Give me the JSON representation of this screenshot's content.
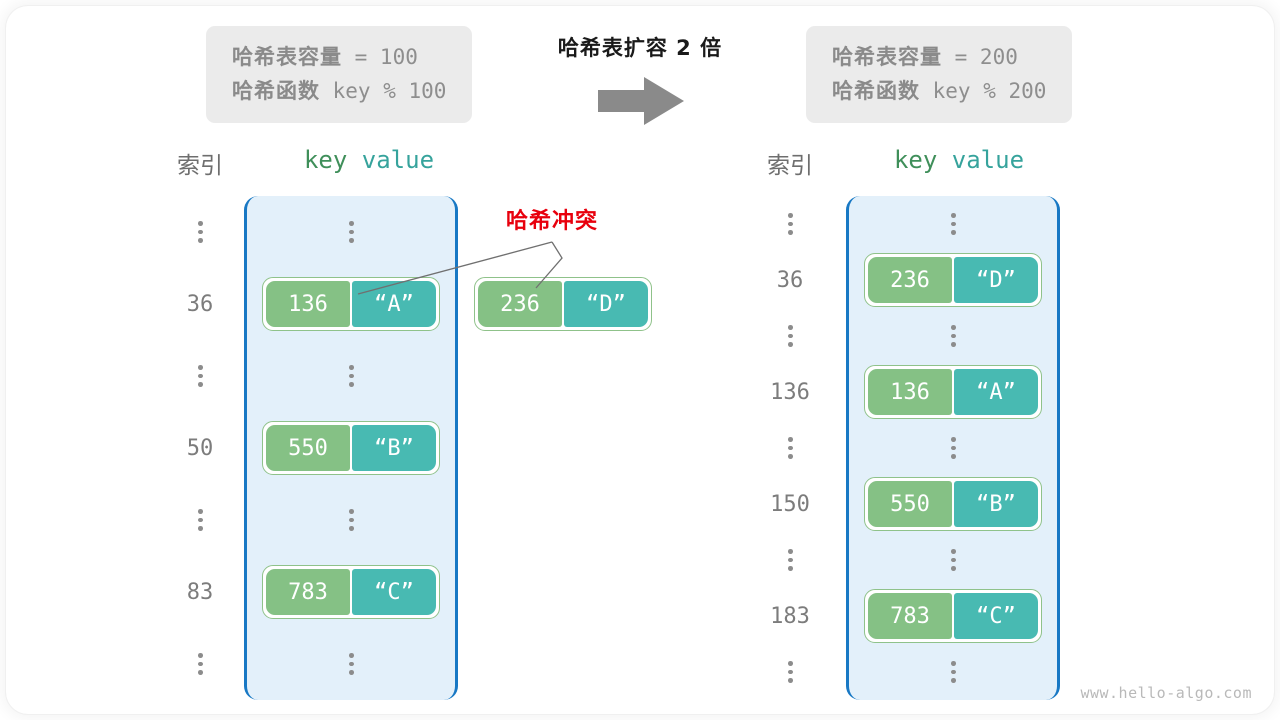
{
  "watermark": "www.hello-algo.com",
  "colors": {
    "key_cell": "#85c185",
    "value_cell": "#48bab2",
    "bucket_border": "#8fc28a",
    "table_fill": "#e3f0fa",
    "table_border": "#1878c4",
    "collision_red": "#e8000d",
    "arrow_gray": "#8a8a8a",
    "info_box_bg": "#ebebeb"
  },
  "center": {
    "title": "哈希表扩容 2 倍",
    "arrow_icon": "arrow-right-icon"
  },
  "info_left": {
    "capacity_label": "哈希表容量",
    "capacity_expr": " = 100",
    "function_label": "哈希函数",
    "function_expr": " key % 100"
  },
  "info_right": {
    "capacity_label": "哈希表容量",
    "capacity_expr": " = 200",
    "function_label": "哈希函数",
    "function_expr": " key % 200"
  },
  "headers": {
    "index": "索引",
    "key": "key",
    "value": "value"
  },
  "collision": {
    "label": "哈希冲突"
  },
  "floating_entry": {
    "key": "236",
    "value": "“D”"
  },
  "chart_data": {
    "type": "table",
    "title": "哈希表扩容 2 倍",
    "tables": [
      {
        "name": "before",
        "capacity": 100,
        "hash_function": "key % 100",
        "columns": [
          "索引",
          "key",
          "value"
        ],
        "rows": [
          {
            "index": "⋮",
            "key": "",
            "value": "",
            "kind": "ellipsis"
          },
          {
            "index": "36",
            "key": "136",
            "value": "“A”",
            "kind": "entry"
          },
          {
            "index": "⋮",
            "key": "",
            "value": "",
            "kind": "ellipsis"
          },
          {
            "index": "50",
            "key": "550",
            "value": "“B”",
            "kind": "entry"
          },
          {
            "index": "⋮",
            "key": "",
            "value": "",
            "kind": "ellipsis"
          },
          {
            "index": "83",
            "key": "783",
            "value": "“C”",
            "kind": "entry"
          },
          {
            "index": "⋮",
            "key": "",
            "value": "",
            "kind": "ellipsis"
          }
        ]
      },
      {
        "name": "after",
        "capacity": 200,
        "hash_function": "key % 200",
        "columns": [
          "索引",
          "key",
          "value"
        ],
        "rows": [
          {
            "index": "⋮",
            "key": "",
            "value": "",
            "kind": "ellipsis"
          },
          {
            "index": "36",
            "key": "236",
            "value": "“D”",
            "kind": "entry"
          },
          {
            "index": "⋮",
            "key": "",
            "value": "",
            "kind": "ellipsis"
          },
          {
            "index": "136",
            "key": "136",
            "value": "“A”",
            "kind": "entry"
          },
          {
            "index": "⋮",
            "key": "",
            "value": "",
            "kind": "ellipsis"
          },
          {
            "index": "150",
            "key": "550",
            "value": "“B”",
            "kind": "entry"
          },
          {
            "index": "⋮",
            "key": "",
            "value": "",
            "kind": "ellipsis"
          },
          {
            "index": "183",
            "key": "783",
            "value": "“C”",
            "kind": "entry"
          },
          {
            "index": "⋮",
            "key": "",
            "value": "",
            "kind": "ellipsis"
          }
        ]
      }
    ]
  }
}
